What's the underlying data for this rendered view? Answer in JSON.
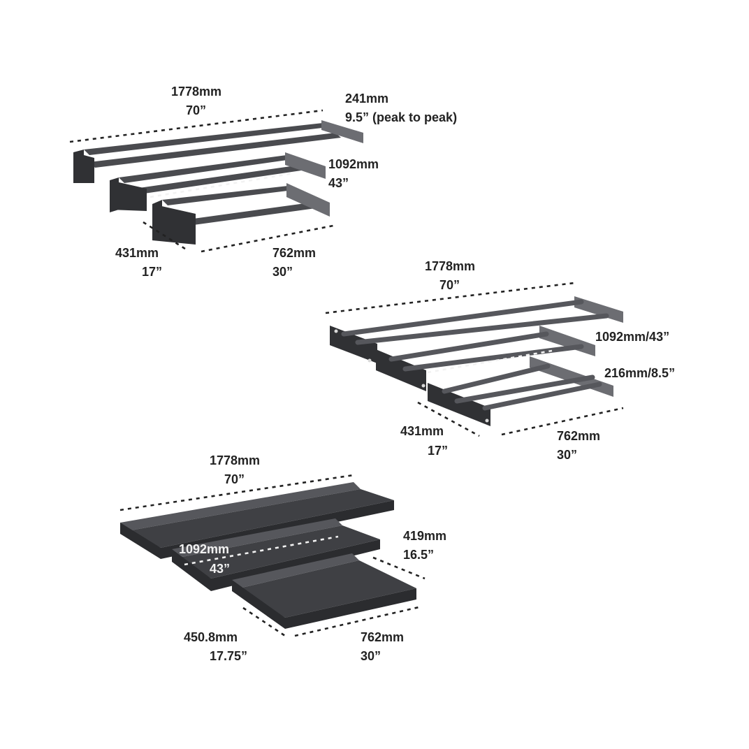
{
  "groups": {
    "flat_bar": {
      "width_mm": "1778mm",
      "width_in": "70”",
      "peak_mm": "241mm",
      "peak_in": "9.5” (peak to peak)",
      "mid_mm": "1092mm",
      "mid_in": "43”",
      "depth_mm": "431mm",
      "depth_in": "17”",
      "short_mm": "762mm",
      "short_in": "30”"
    },
    "round_bar": {
      "width_mm": "1778mm",
      "width_in": "70”",
      "mid": "1092mm/43”",
      "peak": "216mm/8.5”",
      "depth_mm": "431mm",
      "depth_in": "17”",
      "short_mm": "762mm",
      "short_in": "30”"
    },
    "tray": {
      "width_mm": "1778mm",
      "width_in": "70”",
      "mid_mm": "1092mm",
      "mid_in": "43”",
      "height_mm": "419mm",
      "height_in": "16.5”",
      "depth_mm": "450.8mm",
      "depth_in": "17.75”",
      "short_mm": "762mm",
      "short_in": "30”"
    }
  },
  "colors": {
    "background": "#ffffff",
    "text": "#222222",
    "steel": "#4a4b4f"
  }
}
